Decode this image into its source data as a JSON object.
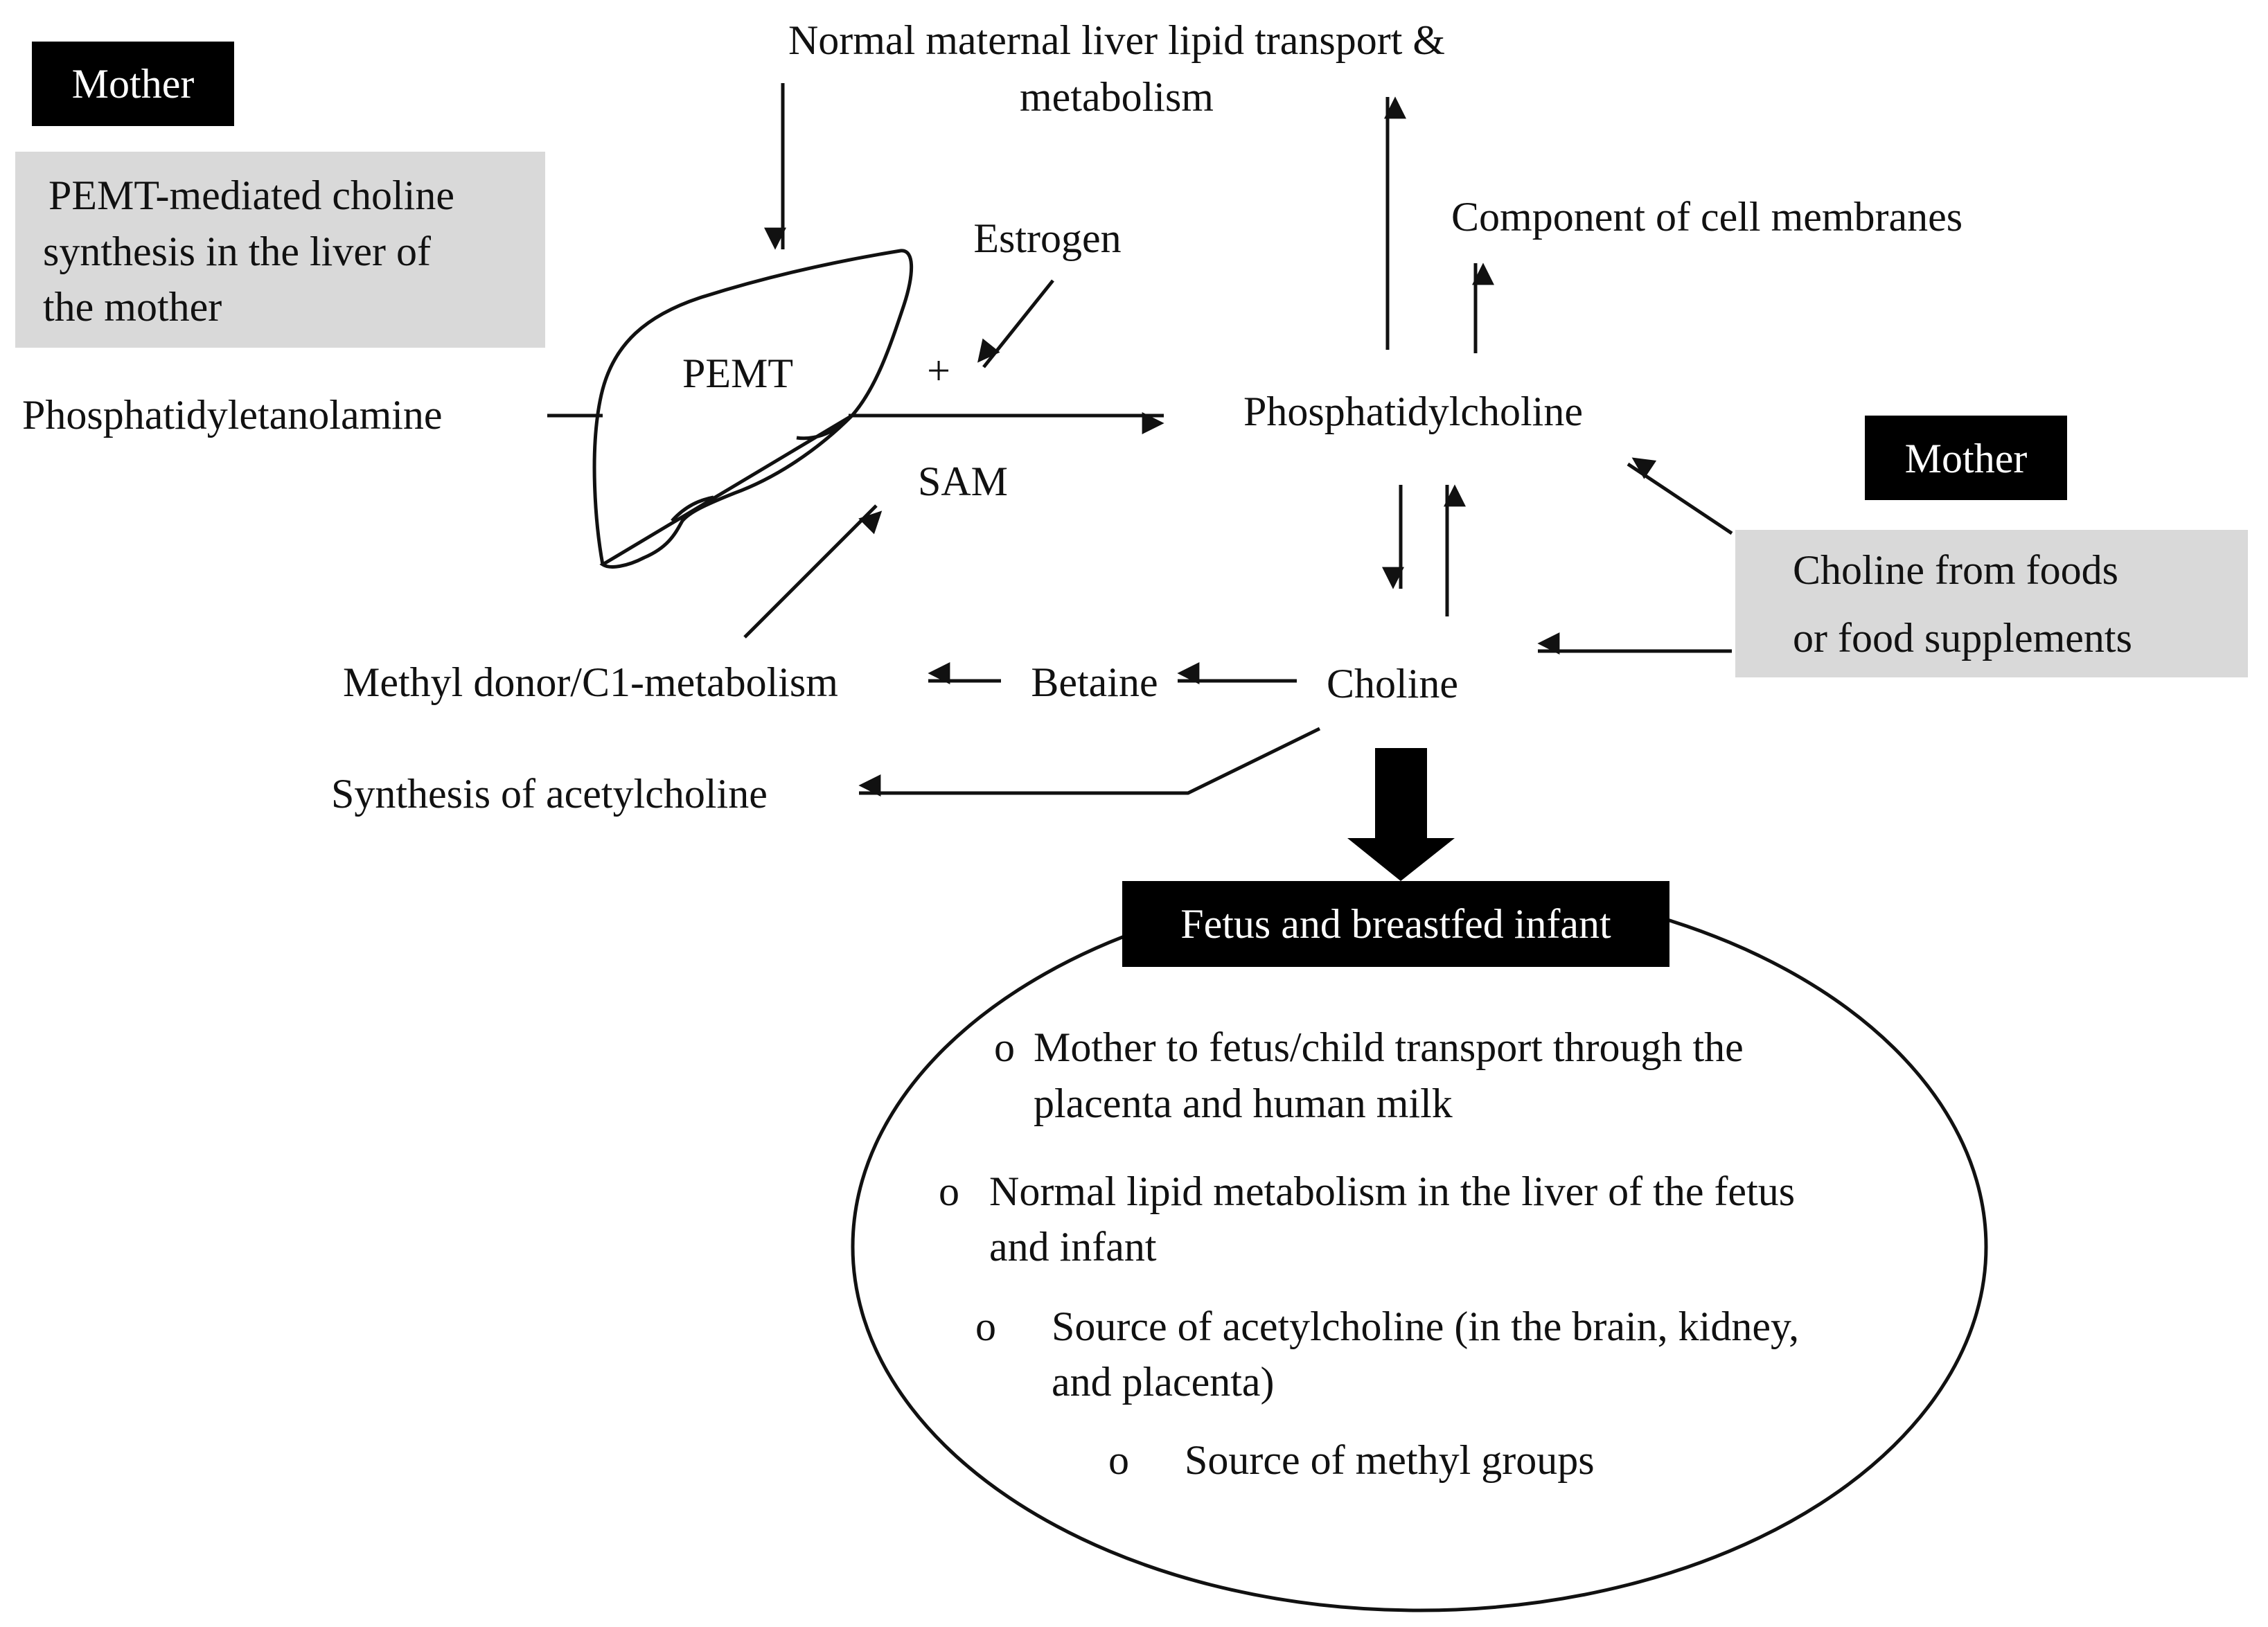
{
  "mother_top": {
    "badge": "Mother"
  },
  "pemt_box": {
    "lines": [
      "PEMT-mediated choline",
      "synthesis in the liver of",
      "the mother"
    ]
  },
  "top_target": {
    "lines": [
      "Normal maternal liver lipid transport &",
      "metabolism"
    ]
  },
  "estrogen": "Estrogen",
  "plus": "+",
  "pemt": "PEMT",
  "sam": "SAM",
  "phosphatidylethanolamine": "Phosphatidyletanolamine",
  "phosphatidylcholine": "Phosphatidylcholine",
  "cell_membranes": "Component of cell membranes",
  "mother_right": {
    "badge": "Mother"
  },
  "food_box": {
    "lines": [
      "Choline from foods",
      "or food supplements"
    ]
  },
  "choline": "Choline",
  "betaine": "Betaine",
  "methyl_donor": "Methyl donor/C1-metabolism",
  "acetylcholine_synthesis": "Synthesis of acetylcholine",
  "fetus_badge": "Fetus and breastfed infant",
  "fetus_items": [
    {
      "bullet": "o",
      "lines": [
        "Mother to fetus/child transport through the",
        "placenta and human milk"
      ]
    },
    {
      "bullet": "o",
      "lines": [
        "Normal lipid metabolism in the liver of the fetus",
        "and infant"
      ]
    },
    {
      "bullet": "o",
      "lines": [
        "Source of acetylcholine (in the brain, kidney,",
        "and placenta)"
      ]
    },
    {
      "bullet": "o",
      "lines": [
        "Source of methyl groups"
      ]
    }
  ],
  "colors": {
    "ink": "#111111",
    "badge_bg": "#000000",
    "badge_text": "#ffffff",
    "box_fill": "#d9d9d9"
  }
}
